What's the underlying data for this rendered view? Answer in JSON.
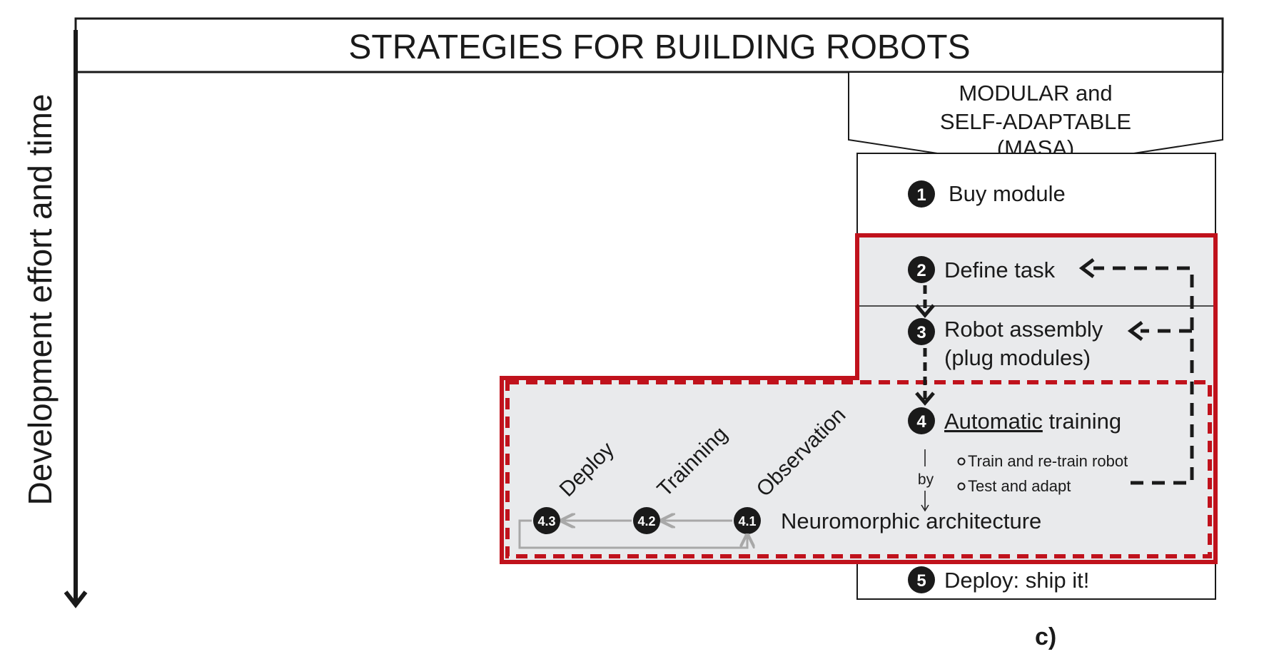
{
  "title": "STRATEGIES FOR BUILDING ROBOTS",
  "axis_label": "Development effort and time",
  "strategy": {
    "line1": "MODULAR and",
    "line2": "SELF-ADAPTABLE",
    "line3": "(MASA)"
  },
  "steps": {
    "s1": {
      "num": "1",
      "label": "Buy module"
    },
    "s2": {
      "num": "2",
      "label": "Define task"
    },
    "s3": {
      "num": "3",
      "line1": "Robot assembly",
      "line2": "(plug modules)"
    },
    "s4": {
      "num": "4",
      "underlined": "Automatic",
      "rest": " training"
    },
    "s5": {
      "num": "5",
      "label": "Deploy: ship it!"
    }
  },
  "bullets": [
    "Train and re-train robot",
    "Test and adapt"
  ],
  "by_label": "by",
  "neuromorphic": "Neuromorphic architecture",
  "substeps": [
    {
      "num": "4.1",
      "label": "Observation"
    },
    {
      "num": "4.2",
      "label": "Trainning"
    },
    {
      "num": "4.3",
      "label": "Deploy"
    }
  ],
  "panel_label": "c)",
  "colors": {
    "red": "#c0121c",
    "panel_fill": "#e9eaec",
    "gray_arrow": "#a8a8a8",
    "ink": "#1a1a1a"
  }
}
